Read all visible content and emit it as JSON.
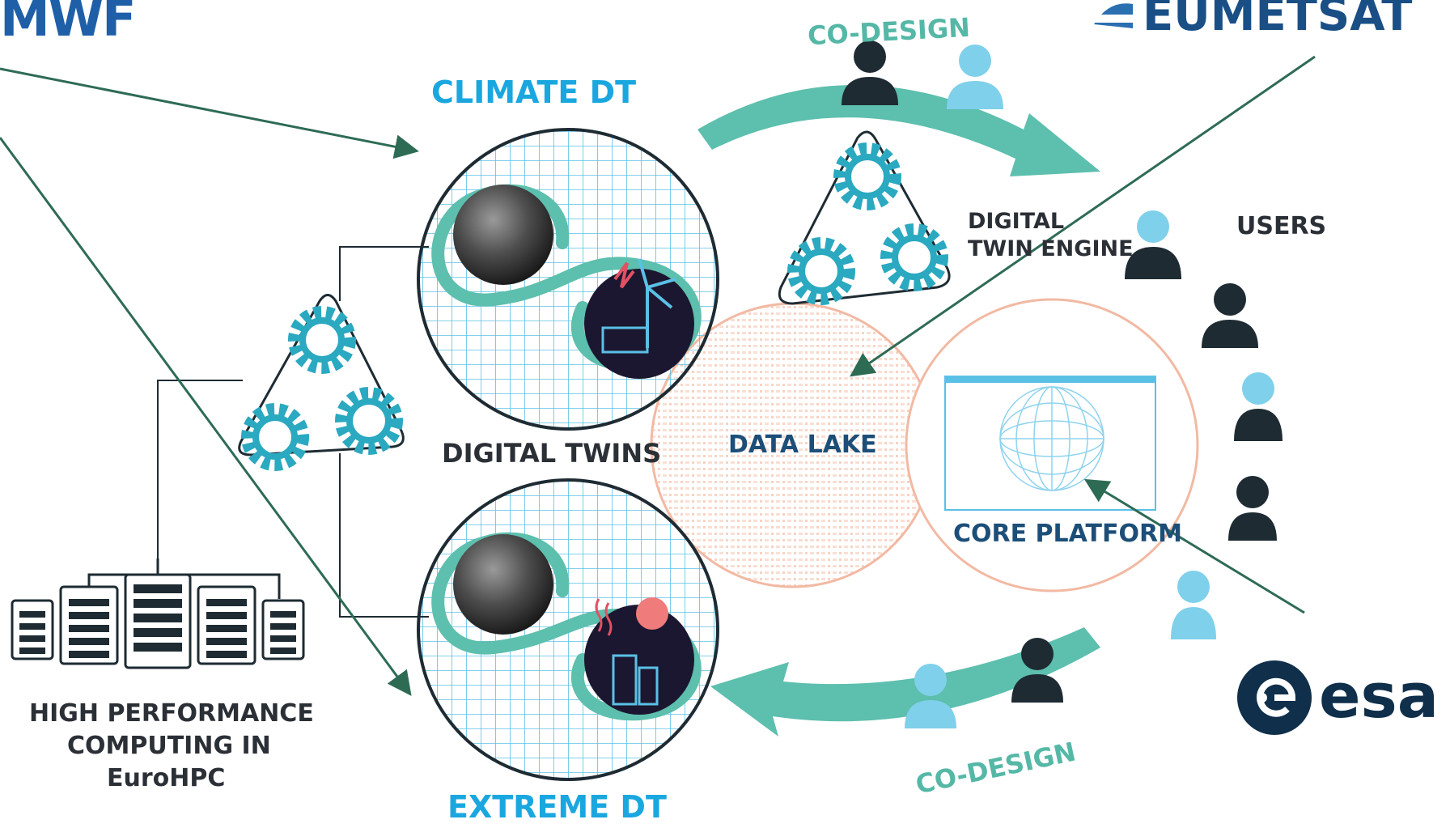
{
  "logos": {
    "ecmwf": "MWF",
    "eumetsat": "EUMETSAT",
    "esa": "esa"
  },
  "labels": {
    "climate_dt": "CLIMATE DT",
    "extreme_dt": "EXTREME DT",
    "digital_twins": "DIGITAL TWINS",
    "data_lake": "DATA LAKE",
    "core_platform": "CORE PLATFORM",
    "digital_twin_engine_line1": "DIGITAL",
    "digital_twin_engine_line2": "TWIN ENGINE",
    "users": "USERS",
    "co_design_top": "CO-DESIGN",
    "co_design_bottom": "CO-DESIGN",
    "hpc_line1": "HIGH PERFORMANCE",
    "hpc_line2": "COMPUTING IN",
    "hpc_line3": "EuroHPC"
  },
  "colors": {
    "brand_blue": "#1aa7e0",
    "teal": "#5dbfad",
    "gear_teal": "#2aa9c0",
    "salmon": "#f2b9a3",
    "dark_text": "#2b2f36",
    "arrow_green": "#2e6b55",
    "ecmwf_blue": "#1f5fa8",
    "eumetsat_blue": "#1a4f86",
    "esa_navy": "#0f2f4a"
  },
  "icons": [
    "gear-icon",
    "earth-icon",
    "wind-turbine-icon",
    "city-heat-icon",
    "globe-wireframe-icon",
    "server-rack-icon",
    "person-icon"
  ]
}
